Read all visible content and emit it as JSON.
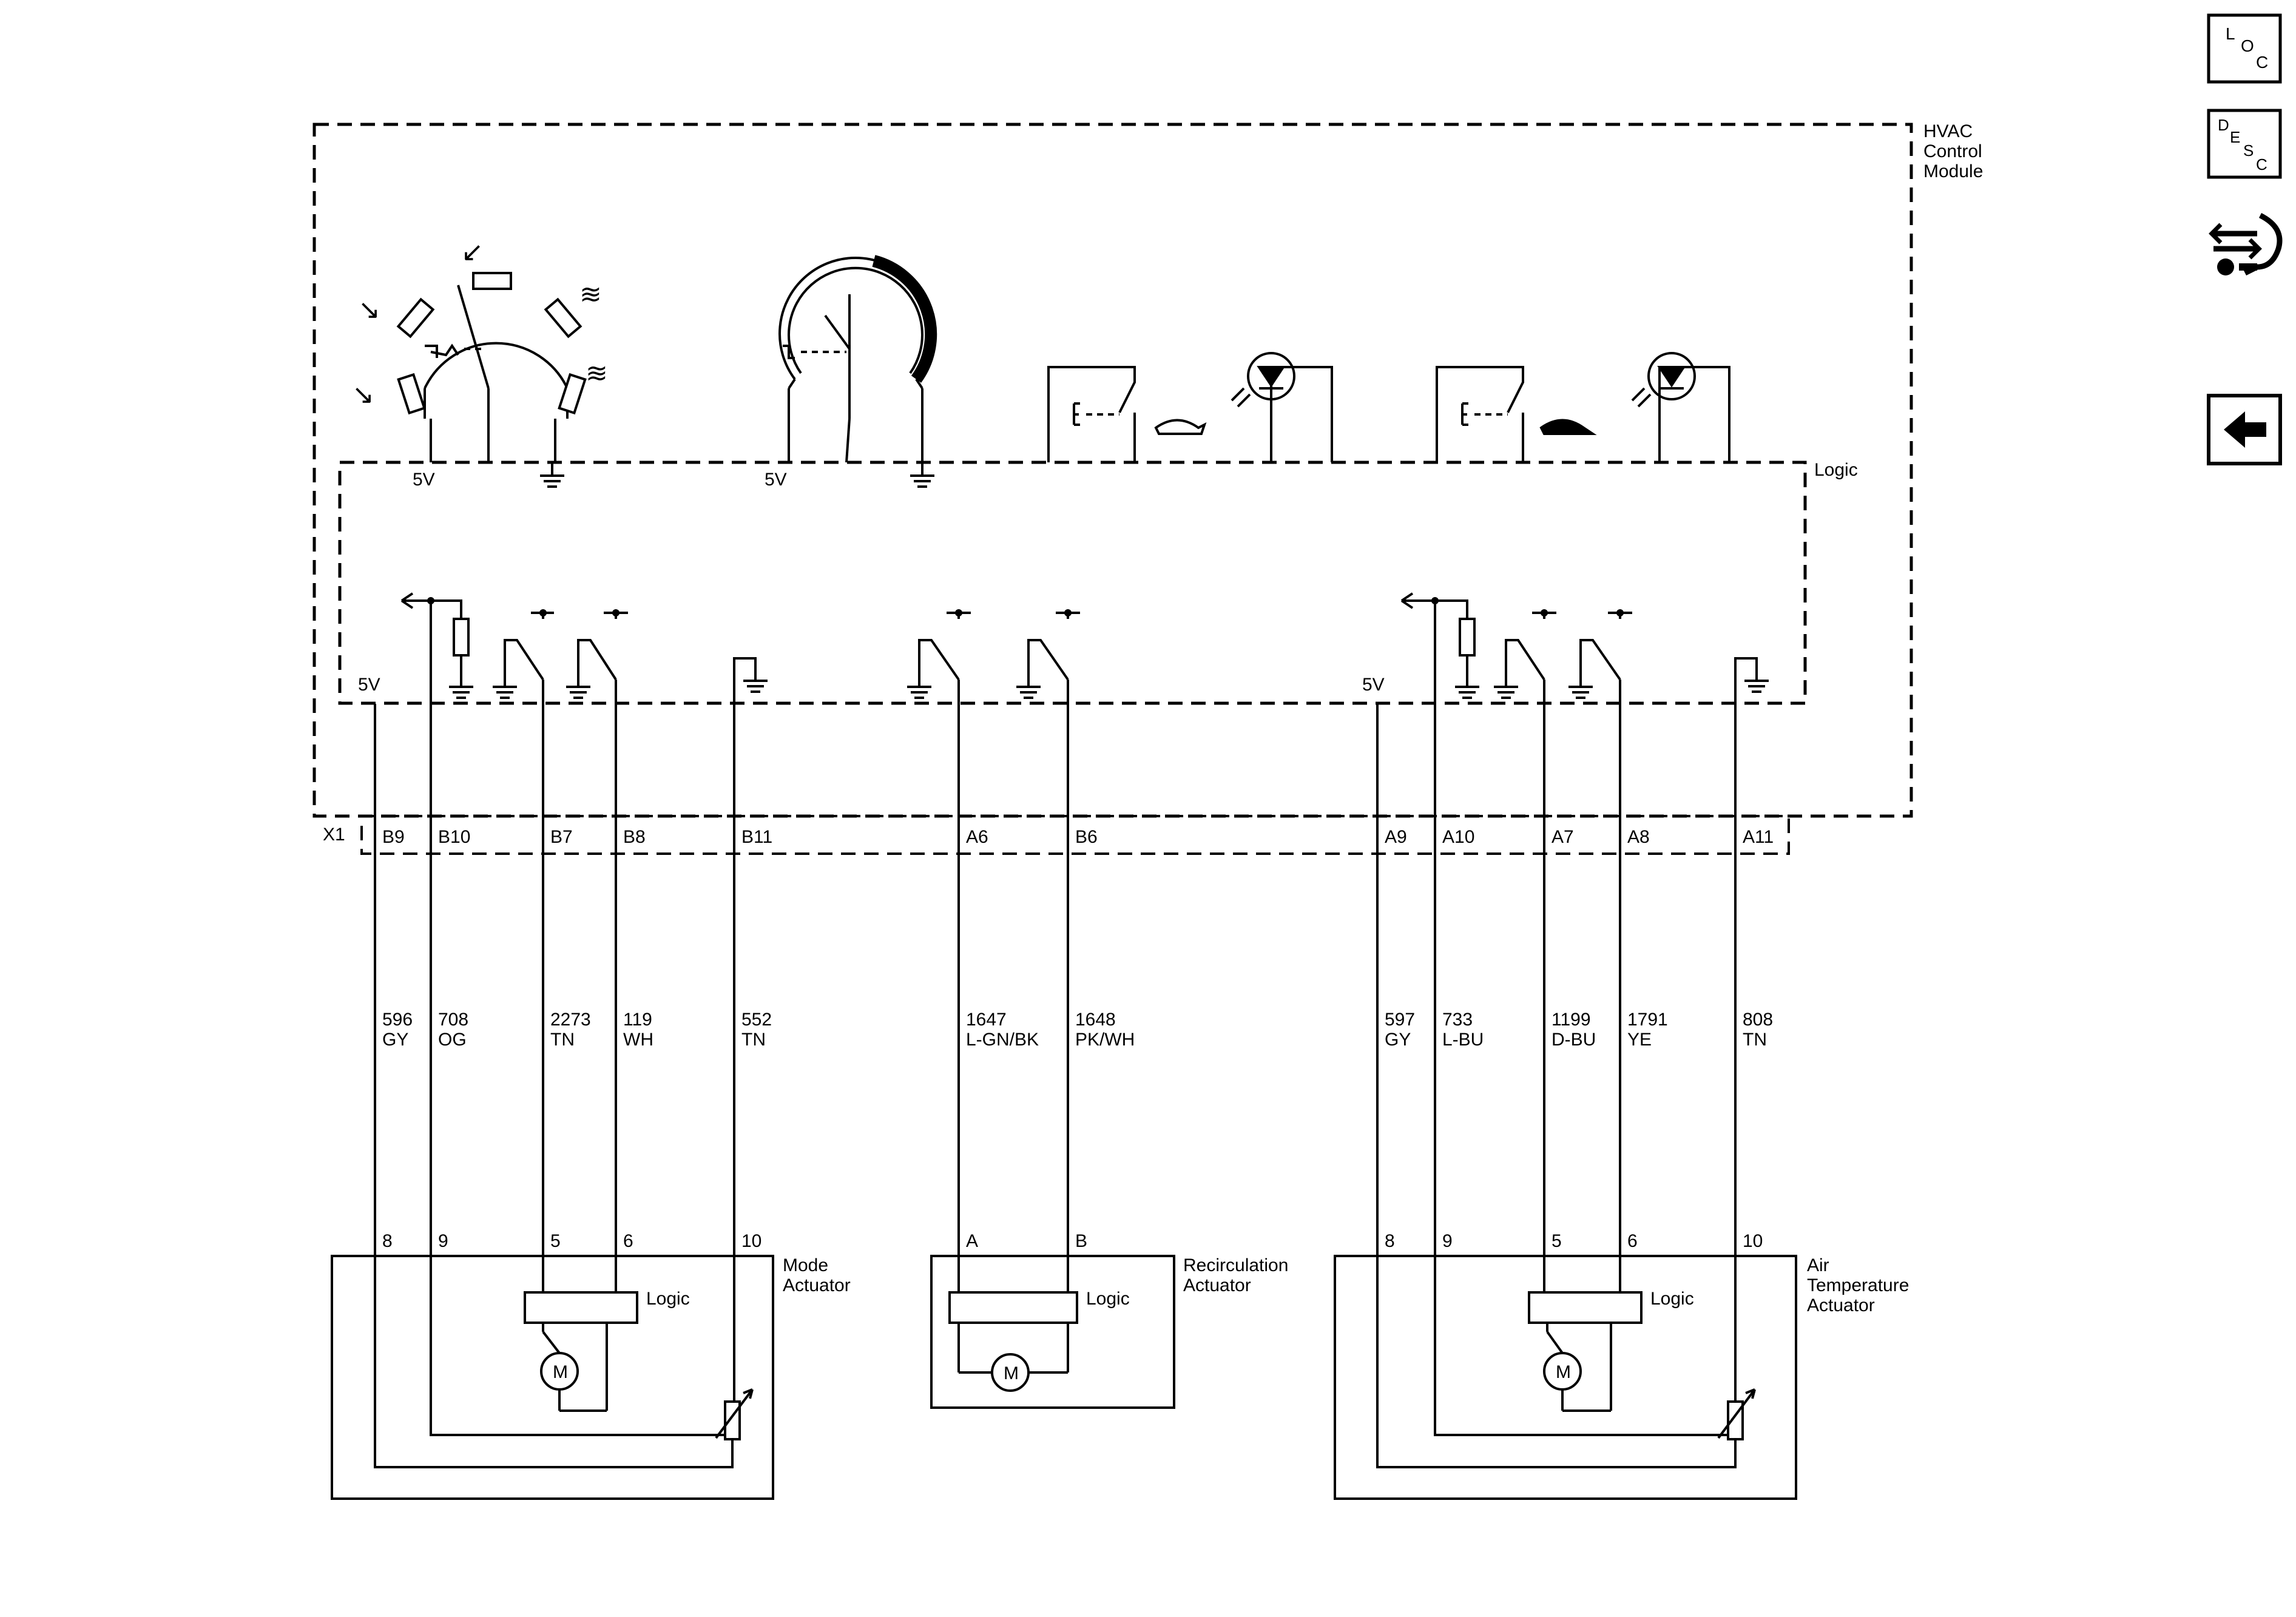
{
  "module": {
    "name_lines": [
      "HVAC",
      "Control",
      "Module"
    ],
    "logic_label": "Logic",
    "connector": "X1",
    "voltage_label": "5V"
  },
  "wires": [
    {
      "pin": "B9",
      "circuit": "596",
      "color": "GY",
      "end_pin": "8"
    },
    {
      "pin": "B10",
      "circuit": "708",
      "color": "OG",
      "end_pin": "9"
    },
    {
      "pin": "B7",
      "circuit": "2273",
      "color": "TN",
      "end_pin": "5"
    },
    {
      "pin": "B8",
      "circuit": "119",
      "color": "WH",
      "end_pin": "6"
    },
    {
      "pin": "B11",
      "circuit": "552",
      "color": "TN",
      "end_pin": "10"
    },
    {
      "pin": "A6",
      "circuit": "1647",
      "color": "L-GN/BK",
      "end_pin": "A"
    },
    {
      "pin": "B6",
      "circuit": "1648",
      "color": "PK/WH",
      "end_pin": "B"
    },
    {
      "pin": "A9",
      "circuit": "597",
      "color": "GY",
      "end_pin": "8"
    },
    {
      "pin": "A10",
      "circuit": "733",
      "color": "L-BU",
      "end_pin": "9"
    },
    {
      "pin": "A7",
      "circuit": "1199",
      "color": "D-BU",
      "end_pin": "5"
    },
    {
      "pin": "A8",
      "circuit": "1791",
      "color": "YE",
      "end_pin": "6"
    },
    {
      "pin": "A11",
      "circuit": "808",
      "color": "TN",
      "end_pin": "10"
    }
  ],
  "actuators": [
    {
      "name_lines": [
        "Mode",
        "Actuator"
      ],
      "logic_label": "Logic",
      "motor_label": "M"
    },
    {
      "name_lines": [
        "Recirculation",
        "Actuator"
      ],
      "logic_label": "Logic",
      "motor_label": "M"
    },
    {
      "name_lines": [
        "Air",
        "Temperature",
        "Actuator"
      ],
      "logic_label": "Logic",
      "motor_label": "M"
    }
  ],
  "side_nav": {
    "loc": {
      "l1": "L",
      "l2": "O",
      "l3": "C"
    },
    "desc": {
      "l1": "D",
      "l2": "E",
      "l3": "S",
      "l4": "C"
    }
  },
  "icons": [
    "loc-icon",
    "desc-icon",
    "connector-tool-icon",
    "back-arrow-icon",
    "ground-icon",
    "led-icon",
    "motor-icon"
  ]
}
